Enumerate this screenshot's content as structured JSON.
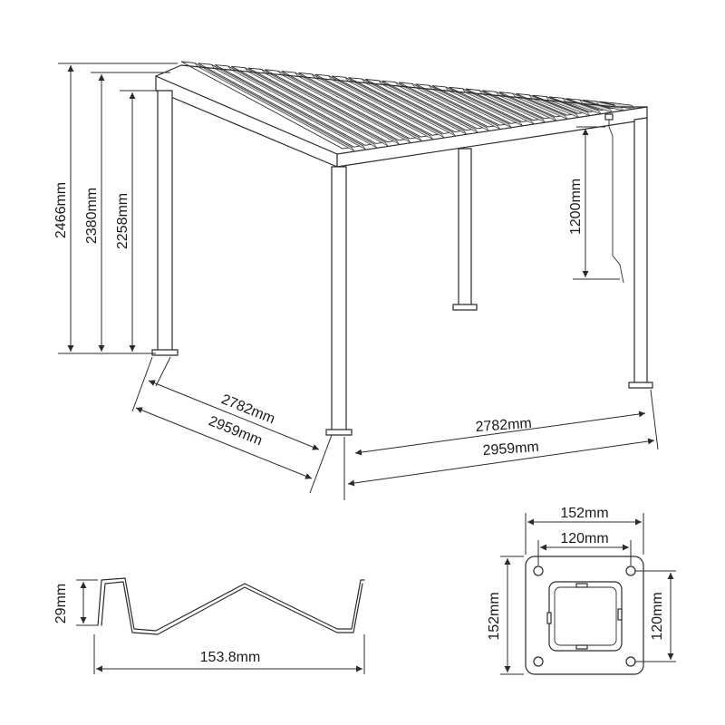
{
  "dimensions": {
    "height_total": "2466mm",
    "height_beam_top": "2380mm",
    "height_beam_bottom": "2258mm",
    "crank_height": "1200mm",
    "left_inner": "2782mm",
    "left_outer": "2959mm",
    "right_inner": "2782mm",
    "right_outer": "2959mm",
    "slat_height": "29mm",
    "slat_width": "153.8mm",
    "plate_outer_w": "152mm",
    "plate_inner_w": "120mm",
    "plate_outer_h": "152mm",
    "plate_inner_h": "120mm"
  }
}
